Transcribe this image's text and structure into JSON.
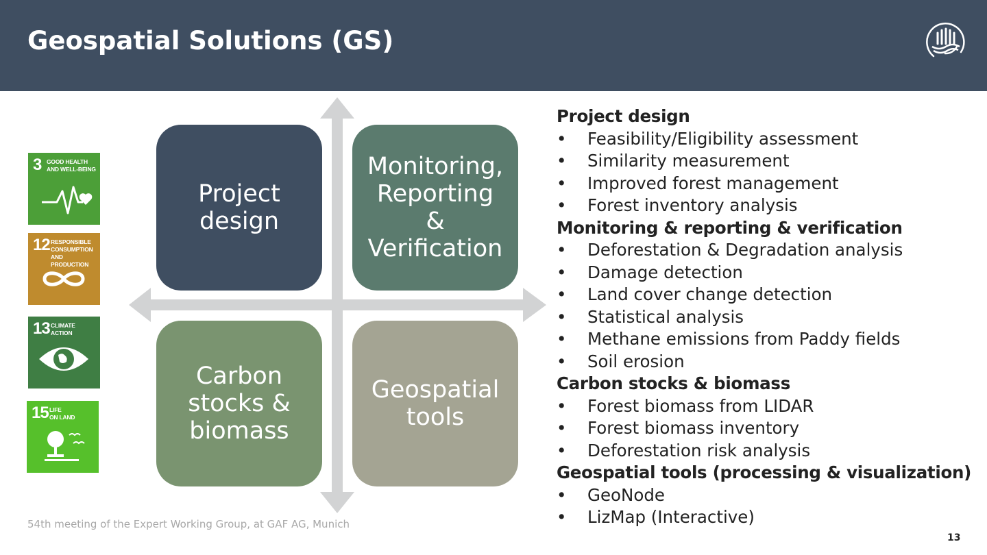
{
  "slide": {
    "title": "Geospatial Solutions (GS)",
    "footer": "54th meeting of the Expert Working Group, at GAF AG, Munich",
    "page_number": "13",
    "logo_icon": "wave-logo-icon"
  },
  "sdg_icons": [
    {
      "number": "3",
      "label": "GOOD HEALTH\nAND WELL-BEING",
      "color": "#4c9f38",
      "icon": "heartbeat-icon"
    },
    {
      "number": "12",
      "label": "RESPONSIBLE\nCONSUMPTION\nAND PRODUCTION",
      "color": "#bf8b2e",
      "icon": "infinity-loop-icon"
    },
    {
      "number": "13",
      "label": "CLIMATE\nACTION",
      "color": "#3f7e44",
      "icon": "eye-globe-icon"
    },
    {
      "number": "15",
      "label": "LIFE\nON LAND",
      "color": "#56c02b",
      "icon": "tree-birds-icon"
    }
  ],
  "quadrants": [
    {
      "label": "Project\ndesign",
      "color": "#3f4e61"
    },
    {
      "label": "Monitoring,\nReporting\n&\nVerification",
      "color": "#5b7b6e"
    },
    {
      "label": "Carbon\nstocks &\nbiomass",
      "color": "#7a9470"
    },
    {
      "label": "Geospatial\ntools",
      "color": "#a4a493"
    }
  ],
  "sections": [
    {
      "heading": "Project design",
      "items": [
        "Feasibility/Eligibility assessment",
        "Similarity measurement",
        "Improved forest management",
        "Forest inventory analysis"
      ]
    },
    {
      "heading": "Monitoring & reporting & verification",
      "items": [
        "Deforestation & Degradation analysis",
        "Damage detection",
        "Land cover change detection",
        "Statistical analysis",
        "Methane emissions from Paddy fields",
        "Soil erosion"
      ]
    },
    {
      "heading": "Carbon stocks & biomass",
      "items": [
        "Forest biomass from LIDAR",
        "Forest biomass inventory",
        "Deforestation risk analysis"
      ]
    },
    {
      "heading": "Geospatial tools (processing & visualization)",
      "items": [
        "GeoNode",
        "LizMap (Interactive)"
      ]
    }
  ]
}
